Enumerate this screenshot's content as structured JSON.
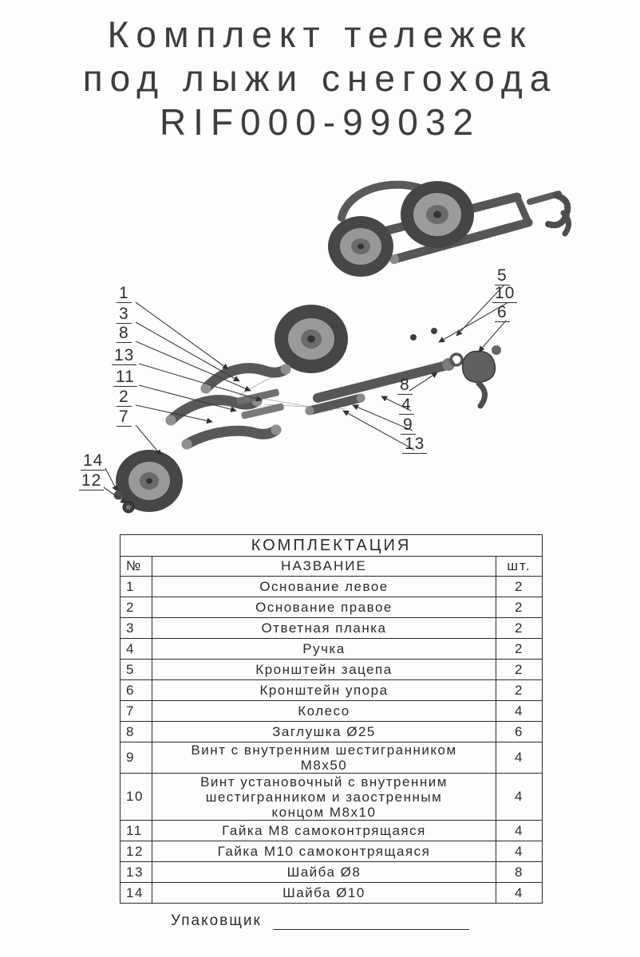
{
  "title": {
    "line1": "Комплект тележек",
    "line2": "под лыжи снегохода",
    "line3": "RIF000-99032"
  },
  "diagram": {
    "callouts": [
      "1",
      "3",
      "8",
      "13",
      "11",
      "2",
      "7",
      "14",
      "12",
      "5",
      "10",
      "6",
      "8",
      "4",
      "9",
      "13"
    ]
  },
  "table": {
    "title": "КОМПЛЕКТАЦИЯ",
    "headers": {
      "num": "№",
      "name": "НАЗВАНИЕ",
      "qty": "шт."
    },
    "rows": [
      {
        "num": "1",
        "name": "Основание левое",
        "qty": "2"
      },
      {
        "num": "2",
        "name": "Основание правое",
        "qty": "2"
      },
      {
        "num": "3",
        "name": "Ответная планка",
        "qty": "2"
      },
      {
        "num": "4",
        "name": "Ручка",
        "qty": "2"
      },
      {
        "num": "5",
        "name": "Кронштейн зацепа",
        "qty": "2"
      },
      {
        "num": "6",
        "name": "Кронштейн упора",
        "qty": "2"
      },
      {
        "num": "7",
        "name": "Колесо",
        "qty": "4"
      },
      {
        "num": "8",
        "name": "Заглушка Ø25",
        "qty": "6"
      },
      {
        "num": "9",
        "name": "Винт с внутренним шестигранником\nМ8х50",
        "qty": "4"
      },
      {
        "num": "10",
        "name": "Винт установочный с внутренним\nшестигранником и заостренным\nконцом М8х10",
        "qty": "4"
      },
      {
        "num": "11",
        "name": "Гайка М8 самоконтрящаяся",
        "qty": "4"
      },
      {
        "num": "12",
        "name": "Гайка М10 самоконтрящаяся",
        "qty": "4"
      },
      {
        "num": "13",
        "name": "Шайба Ø8",
        "qty": "8"
      },
      {
        "num": "14",
        "name": "Шайба Ø10",
        "qty": "4"
      }
    ]
  },
  "footer": {
    "packer_label": "Упаковщик"
  }
}
